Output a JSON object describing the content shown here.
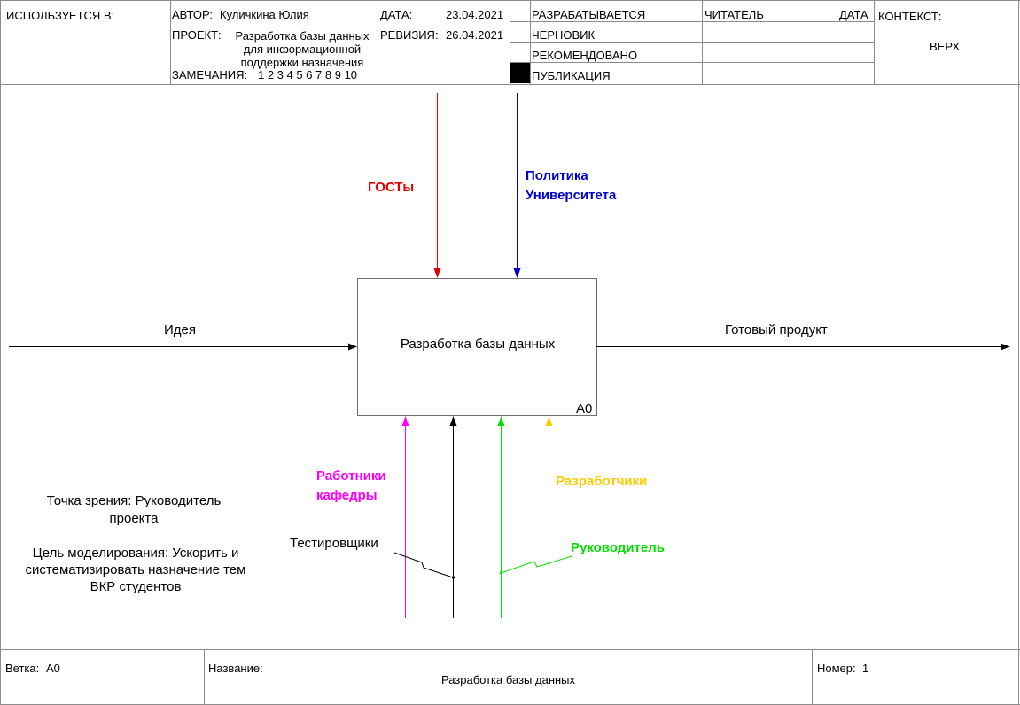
{
  "header": {
    "used_in_label": "ИСПОЛЬЗУЕТСЯ В:",
    "author_label": "АВТОР:",
    "author_value": "Куличкина Юлия",
    "date_label": "ДАТА:",
    "date_value": "23.04.2021",
    "project_label": "ПРОЕКТ:",
    "project_value": "Разработка базы данных для информационной поддержки назначения",
    "revision_label": "РЕВИЗИЯ:",
    "revision_value": "26.04.2021",
    "notes_label": "ЗАМЕЧАНИЯ:",
    "notes_value": "1 2 3 4 5 6 7 8 9 10",
    "status": [
      "РАЗРАБАТЫВАЕТСЯ",
      "ЧЕРНОВИК",
      "РЕКОМЕНДОВАНО",
      "ПУБЛИКАЦИЯ"
    ],
    "status_selected_index": 3,
    "reader_label": "ЧИТАТЕЛЬ",
    "reader_date_label": "ДАТА",
    "context_label": "КОНТЕКСТ:",
    "context_value": "ВЕРХ"
  },
  "diagram": {
    "box_title": "Разработка базы данных",
    "box_id": "A0",
    "input": "Идея",
    "output": "Готовый продукт",
    "controls": [
      {
        "label": "ГОСТы",
        "color": "#e00000"
      },
      {
        "label": "Политика Университета",
        "color": "#0000d0"
      }
    ],
    "mechanisms": [
      {
        "label": "Работники кафедры",
        "color": "#ff00ff"
      },
      {
        "label": "Тестировщики",
        "color": "#000000"
      },
      {
        "label": "Руководитель",
        "color": "#00e000"
      },
      {
        "label": "Разработчики",
        "color": "#ffcc00"
      }
    ],
    "viewpoint": "Точка зрения: Руководитель проекта",
    "purpose": "Цель моделирования: Ускорить и систематизировать назначение тем ВКР студентов"
  },
  "footer": {
    "node_label": "Ветка:",
    "node_value": "A0",
    "title_label": "Название:",
    "title_value": "Разработка базы данных",
    "number_label": "Номер:",
    "number_value": "1"
  }
}
